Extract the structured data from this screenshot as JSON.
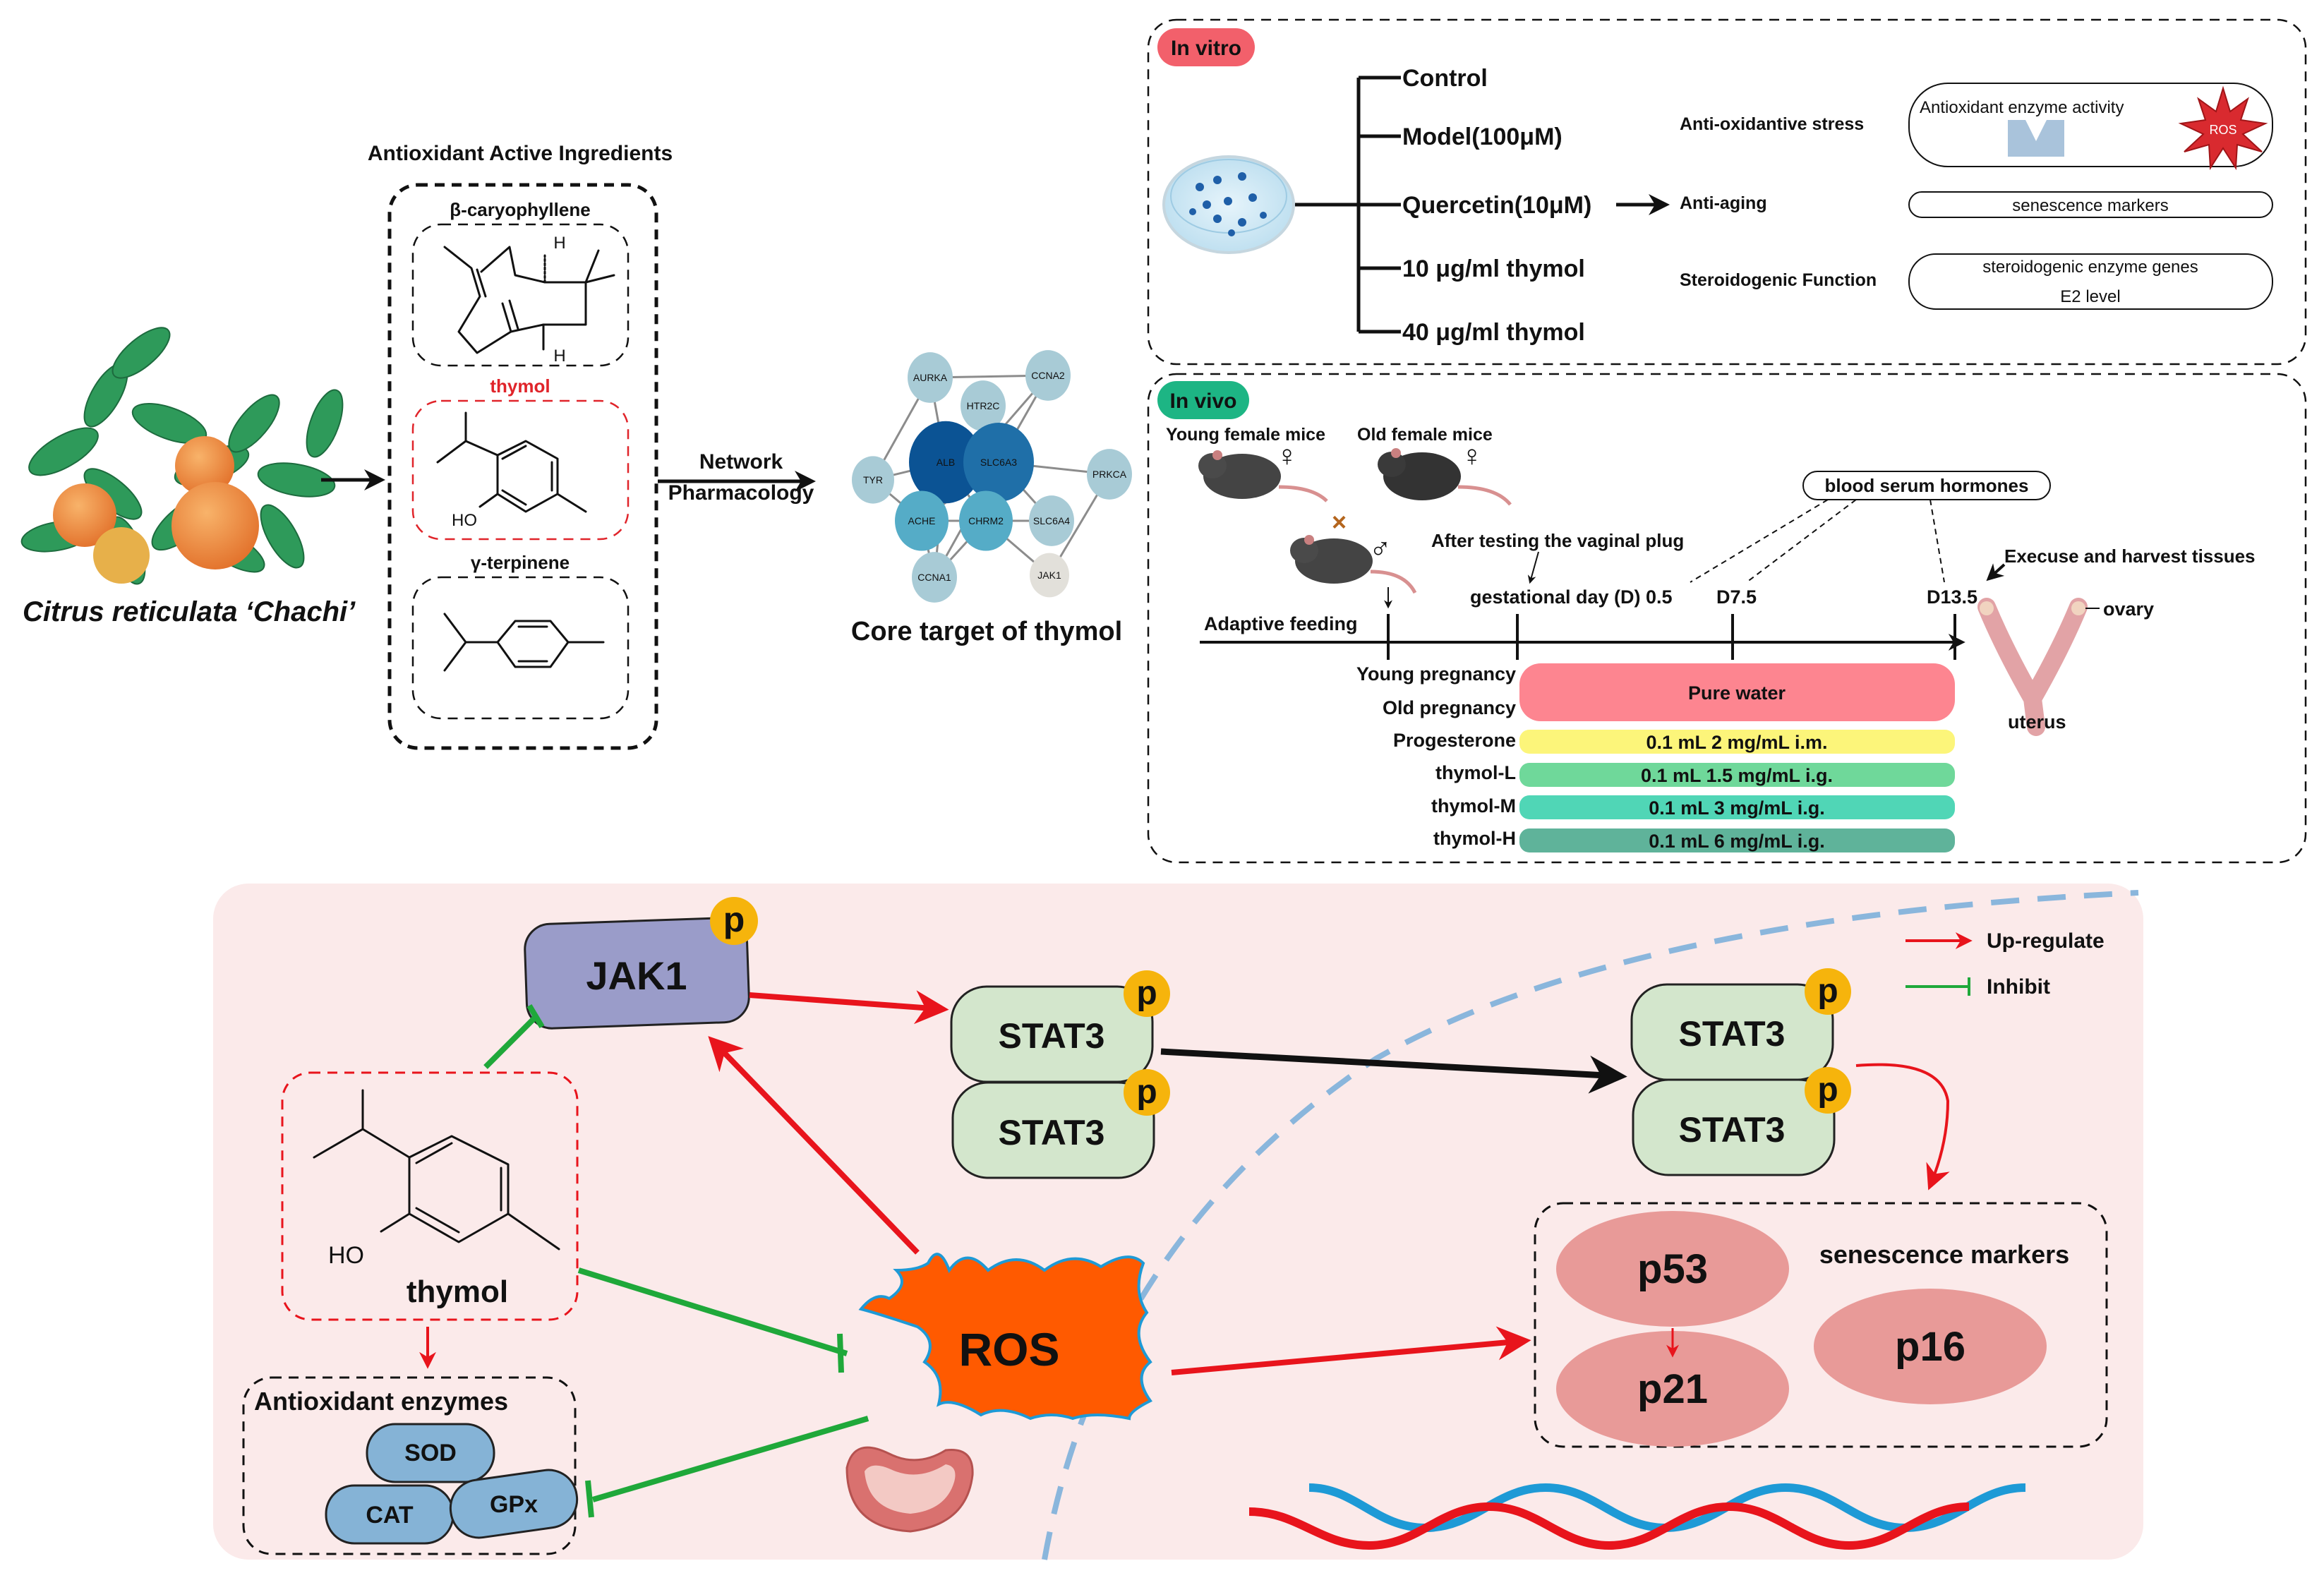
{
  "source_panel": {
    "plant_label": "Citrus reticulata ‘Chachi’",
    "plant_icon": "citrus-branch-illustration"
  },
  "ingredients_panel": {
    "title": "Antioxidant Active Ingredients",
    "compounds": [
      {
        "name": "β-caryophyllene",
        "highlight": false,
        "atom_labels": [
          "H",
          "H"
        ]
      },
      {
        "name": "thymol",
        "highlight": true,
        "atom_labels": [
          "HO"
        ]
      },
      {
        "name": "γ-terpinene",
        "highlight": false,
        "atom_labels": []
      }
    ],
    "highlight_color": "#e0242a"
  },
  "network_panel": {
    "arrow_label_line1": "Network",
    "arrow_label_line2": "Pharmacology",
    "caption": "Core target of thymol",
    "nodes": [
      {
        "label": "AURKA",
        "tier": "low"
      },
      {
        "label": "CCNA2",
        "tier": "low"
      },
      {
        "label": "HTR2C",
        "tier": "low"
      },
      {
        "label": "ALB",
        "tier": "top"
      },
      {
        "label": "SLC6A3",
        "tier": "high"
      },
      {
        "label": "TYR",
        "tier": "low"
      },
      {
        "label": "PRKCA",
        "tier": "low"
      },
      {
        "label": "ACHE",
        "tier": "mid"
      },
      {
        "label": "CHRM2",
        "tier": "mid"
      },
      {
        "label": "SLC6A4",
        "tier": "low"
      },
      {
        "label": "CCNA1",
        "tier": "low"
      },
      {
        "label": "JAK1",
        "tier": "none"
      }
    ],
    "tier_colors": {
      "top": "#0b5394",
      "high": "#1f6fa8",
      "mid": "#55acc7",
      "low": "#a8cbd6",
      "none": "#e2e0da"
    },
    "edges": [
      [
        "AURKA",
        "CCNA2"
      ],
      [
        "AURKA",
        "TYR"
      ],
      [
        "AURKA",
        "ALB"
      ],
      [
        "CCNA2",
        "SLC6A3"
      ],
      [
        "CCNA2",
        "ACHE"
      ],
      [
        "HTR2C",
        "CHRM2"
      ],
      [
        "HTR2C",
        "SLC6A3"
      ],
      [
        "TYR",
        "ALB"
      ],
      [
        "TYR",
        "ACHE"
      ],
      [
        "ALB",
        "SLC6A3"
      ],
      [
        "ALB",
        "CHRM2"
      ],
      [
        "ALB",
        "CCNA1"
      ],
      [
        "SLC6A3",
        "PRKCA"
      ],
      [
        "SLC6A3",
        "ACHE"
      ],
      [
        "SLC6A3",
        "SLC6A4"
      ],
      [
        "SLC6A3",
        "CCNA1"
      ],
      [
        "ACHE",
        "CHRM2"
      ],
      [
        "CHRM2",
        "SLC6A4"
      ],
      [
        "CHRM2",
        "JAK1"
      ],
      [
        "PRKCA",
        "JAK1"
      ],
      [
        "ACHE",
        "CCNA1"
      ],
      [
        "CHRM2",
        "CCNA1"
      ]
    ]
  },
  "in_vitro": {
    "badge": "In vitro",
    "badge_color": "#f2606b",
    "groups": [
      "Control",
      "Model(100μM)",
      "Quercetin(10μM)",
      "10 μg/ml thymol",
      "40 μg/ml thymol"
    ],
    "endpoints": [
      {
        "label": "Anti-oxidantive stress",
        "box_lines": [
          "Antioxidant enzyme activity"
        ],
        "box_badge": "ROS"
      },
      {
        "label": "Anti-aging",
        "box_lines": [
          "senescence markers"
        ]
      },
      {
        "label": "Steroidogenic Function",
        "box_lines": [
          "steroidogenic enzyme genes",
          "E2 level"
        ]
      }
    ]
  },
  "in_vivo": {
    "badge": "In vivo",
    "badge_color": "#1db584",
    "mice": {
      "young": "Young female mice",
      "old": "Old female mice",
      "female_symbol": "♀",
      "male_symbol": "♂",
      "cross_symbol": "×"
    },
    "annotations": {
      "vaginal_plug": "After testing the vaginal plug",
      "serum": "blood serum hormones",
      "harvest": "Execuse and harvest tissues",
      "adaptive": "Adaptive feeding",
      "ovary": "ovary",
      "uterus": "uterus"
    },
    "timepoints": [
      "gestational day (D) 0.5",
      "D7.5",
      "D13.5"
    ],
    "groups": [
      {
        "label": "Young pregnancy"
      },
      {
        "label": "Old pregnancy"
      },
      {
        "label": "Progesterone"
      },
      {
        "label": "thymol-L"
      },
      {
        "label": "thymol-M"
      },
      {
        "label": "thymol-H"
      }
    ],
    "treatments": [
      {
        "text": "Pure water",
        "color": "#fd8590"
      },
      {
        "text": "0.1 mL 2 mg/mL i.m.",
        "color": "#fcf57a"
      },
      {
        "text": "0.1 mL 1.5 mg/mL i.g.",
        "color": "#6fd89a"
      },
      {
        "text": "0.1 mL 3 mg/mL i.g.",
        "color": "#50d6b6"
      },
      {
        "text": "0.1 mL 6 mg/mL i.g.",
        "color": "#5fb39a"
      }
    ]
  },
  "pathway": {
    "background": "#fbeaea",
    "legend": {
      "up": "Up-regulate",
      "inhibit": "Inhibit"
    },
    "jak1": "JAK1",
    "stat3": "STAT3",
    "phospho": "p",
    "ros": "ROS",
    "thymol": "thymol",
    "thymol_oh": "HO",
    "enzymes_title": "Antioxidant enzymes",
    "enzymes": [
      "SOD",
      "CAT",
      "GPx"
    ],
    "senescence_title": "senescence markers",
    "markers": [
      "p53",
      "p21",
      "p16"
    ],
    "colors": {
      "up": "#e8141c",
      "inhibit": "#1fa83a",
      "jak1": "#9a9cc9",
      "stat3": "#d3e6cc",
      "phospho": "#f6b40c",
      "ros": "#ff5a00",
      "enzyme": "#85b3d6",
      "marker": "#e89a98",
      "membrane": "#8ab6dc"
    }
  }
}
